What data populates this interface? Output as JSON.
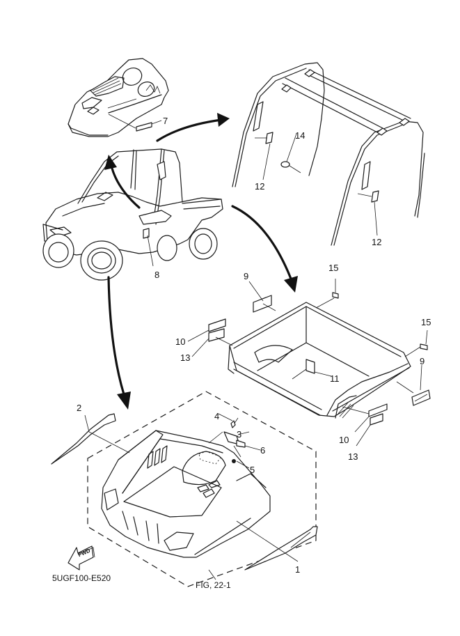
{
  "diagram": {
    "title": "Exploded parts diagram — decals and emblems",
    "figure_ref": "FIG, 22-1",
    "drawing_code": "5UGF100-E520",
    "fwd_label": "FWD",
    "callouts": [
      {
        "id": "c1",
        "text": "1",
        "part": "hood side graphic (right)"
      },
      {
        "id": "c2",
        "text": "2",
        "part": "hood side graphic (left)"
      },
      {
        "id": "c3",
        "text": "3",
        "part": "hood label"
      },
      {
        "id": "c4",
        "text": "4",
        "part": "fastener"
      },
      {
        "id": "c5",
        "text": "5",
        "part": "grommet"
      },
      {
        "id": "c6",
        "text": "6",
        "part": "hood label"
      },
      {
        "id": "c7",
        "text": "7",
        "part": "console label"
      },
      {
        "id": "c8",
        "text": "8",
        "part": "floor label"
      },
      {
        "id": "c9a",
        "text": "9",
        "part": "bed label"
      },
      {
        "id": "c9b",
        "text": "9",
        "part": "4x4 emblem"
      },
      {
        "id": "c10a",
        "text": "10",
        "part": "bed side graphic (left)"
      },
      {
        "id": "c10b",
        "text": "10",
        "part": "bed side graphic (right)"
      },
      {
        "id": "c11",
        "text": "11",
        "part": "bed floor label"
      },
      {
        "id": "c12a",
        "text": "12",
        "part": "roll cage label (left)"
      },
      {
        "id": "c12b",
        "text": "12",
        "part": "roll cage label (right)"
      },
      {
        "id": "c13a",
        "text": "13",
        "part": "bed side label (left)"
      },
      {
        "id": "c13b",
        "text": "13",
        "part": "bed side label (right)"
      },
      {
        "id": "c14",
        "text": "14",
        "part": "roll cage round label"
      },
      {
        "id": "c15a",
        "text": "15",
        "part": "bed corner label (left)"
      },
      {
        "id": "c15b",
        "text": "15",
        "part": "bed corner label (right)"
      }
    ]
  }
}
